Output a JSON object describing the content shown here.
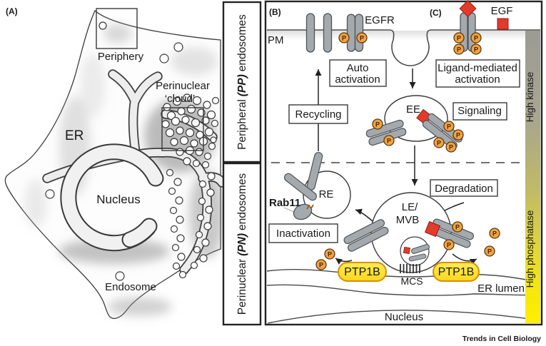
{
  "panel_a": {
    "label": "(A)",
    "periphery_label": "Periphery",
    "perinuclear_line1": "Perinuclear",
    "perinuclear_line2": "‘cloud’",
    "er_label": "ER",
    "nucleus_label": "Nucleus",
    "endosome_label": "Endosome"
  },
  "sidebar": {
    "top_prefix": "Peripheral",
    "top_abbrev": "(PP)",
    "top_suffix": "endosomes",
    "bottom_prefix": "Perinuclear",
    "bottom_abbrev": "(PN)",
    "bottom_suffix": "endosomes"
  },
  "panel_b": {
    "label": "(B)",
    "pm_label": "PM",
    "egfr_label": "EGFR",
    "auto_line1": "Auto",
    "auto_line2": "activation",
    "recycling_label": "Recycling",
    "ee_label": "EE",
    "signaling_label": "Signaling"
  },
  "panel_c": {
    "label": "(C)",
    "egf_label": "EGF",
    "ligand_line1": "Ligand-mediated",
    "ligand_line2": "activation"
  },
  "pn": {
    "rab11_label": "Rab11",
    "re_label": "RE",
    "inactivation_label": "Inactivation",
    "degradation_label": "Degradation",
    "le_line1": "LE/",
    "le_line2": "MVB",
    "ptp1b_left": "PTP1B",
    "ptp1b_right": "PTP1B",
    "mcs_label": "MCS",
    "er_lumen_label": "ER lumen",
    "nucleus_label": "Nucleus"
  },
  "bar": {
    "top_label": "High kinase",
    "bottom_label": "High phosphatase",
    "top_color": "#9b9b94",
    "bottom_color": "#ffef00"
  },
  "markers": {
    "phospho": "P",
    "phospho_fill": "#f2a243",
    "egf_fill": "#e33b2a",
    "receptor_fill": "#a4a9ad",
    "ptp1b_fill": "#ffe53c"
  },
  "footer": {
    "journal": "Trends in Cell Biology"
  }
}
